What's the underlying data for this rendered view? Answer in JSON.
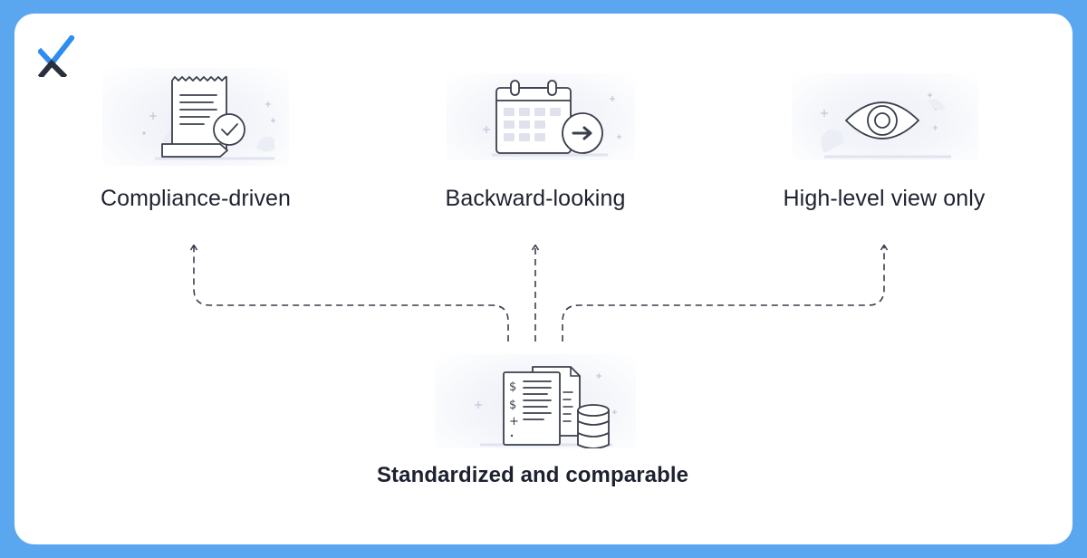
{
  "brand": {
    "logo_icon": "brand-x-logo-icon",
    "colors": {
      "blue": "#2f8df0",
      "dark": "#2a2f3d",
      "page_bg": "#5aa7f0"
    }
  },
  "nodes": {
    "compliance": {
      "label": "Compliance-driven",
      "icon": "receipt-check-icon"
    },
    "backward": {
      "label": "Backward-looking",
      "icon": "calendar-arrow-icon"
    },
    "highlevel": {
      "label": "High-level view only",
      "icon": "eye-icon"
    },
    "standardized": {
      "label": "Standardized and comparable",
      "icon": "financial-documents-database-icon"
    }
  },
  "edges": [
    {
      "from": "standardized",
      "to": "compliance",
      "style": "dashed-arrow"
    },
    {
      "from": "standardized",
      "to": "backward",
      "style": "dashed-arrow"
    },
    {
      "from": "standardized",
      "to": "highlevel",
      "style": "dashed-arrow"
    }
  ]
}
